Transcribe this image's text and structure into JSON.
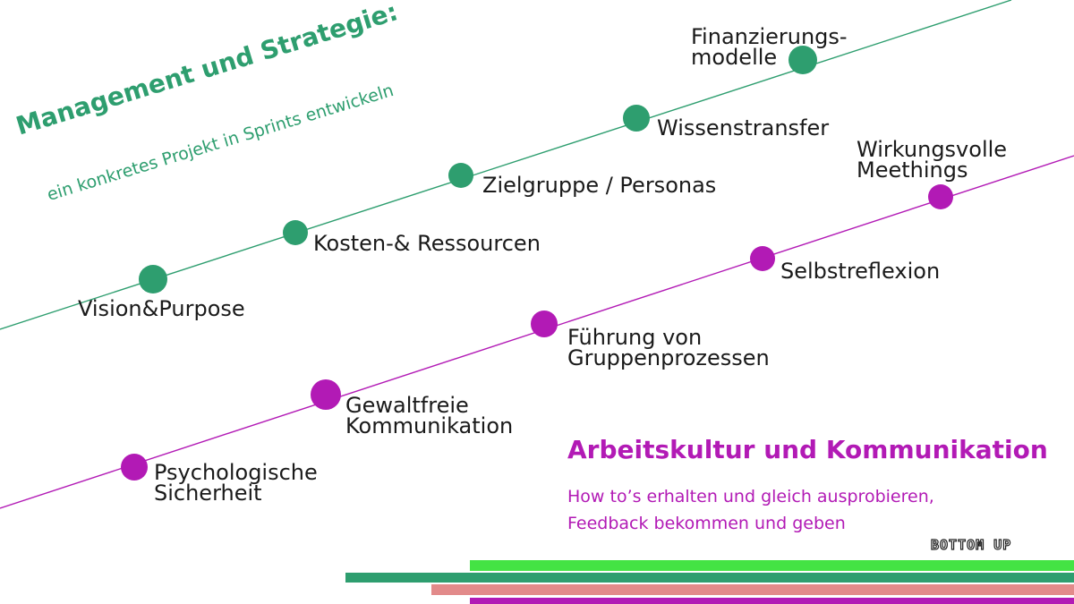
{
  "track_management": {
    "title": "Management und Strategie:",
    "subtitle": "ein konkretes Projekt in Sprints entwickeln",
    "color": "#2e9e6f",
    "steps": [
      {
        "id": "vision",
        "label": [
          "Vision&Purpose"
        ]
      },
      {
        "id": "kosten",
        "label": [
          "Kosten-& Ressourcen"
        ]
      },
      {
        "id": "zielgruppe",
        "label": [
          "Zielgruppe / Personas"
        ]
      },
      {
        "id": "wissen",
        "label": [
          "Wissenstransfer"
        ]
      },
      {
        "id": "finanz",
        "label": [
          "Finanzierungs-",
          "modelle"
        ]
      }
    ]
  },
  "track_culture": {
    "title": "Arbeitskultur und Kommunikation",
    "subtitle_lines": [
      "How to’s erhalten und gleich ausprobieren,",
      "Feedback bekommen und geben"
    ],
    "color": "#b21ab5",
    "steps": [
      {
        "id": "psych",
        "label": [
          "Psychologische",
          "Sicherheit"
        ]
      },
      {
        "id": "gewalt",
        "label": [
          "Gewaltfreie",
          "Kommunikation"
        ]
      },
      {
        "id": "fuehrung",
        "label": [
          "Führung von",
          "Gruppenprozessen"
        ]
      },
      {
        "id": "selbst",
        "label": [
          "Selbstreflexion"
        ]
      },
      {
        "id": "wirkung",
        "label": [
          "Wirkungsvolle",
          "Meethings"
        ]
      }
    ]
  },
  "logo": {
    "text": "BOTTOM UP"
  },
  "stripe_colors": [
    "#44e344",
    "#2e9e6f",
    "#e28a8a",
    "#b21ab5"
  ]
}
